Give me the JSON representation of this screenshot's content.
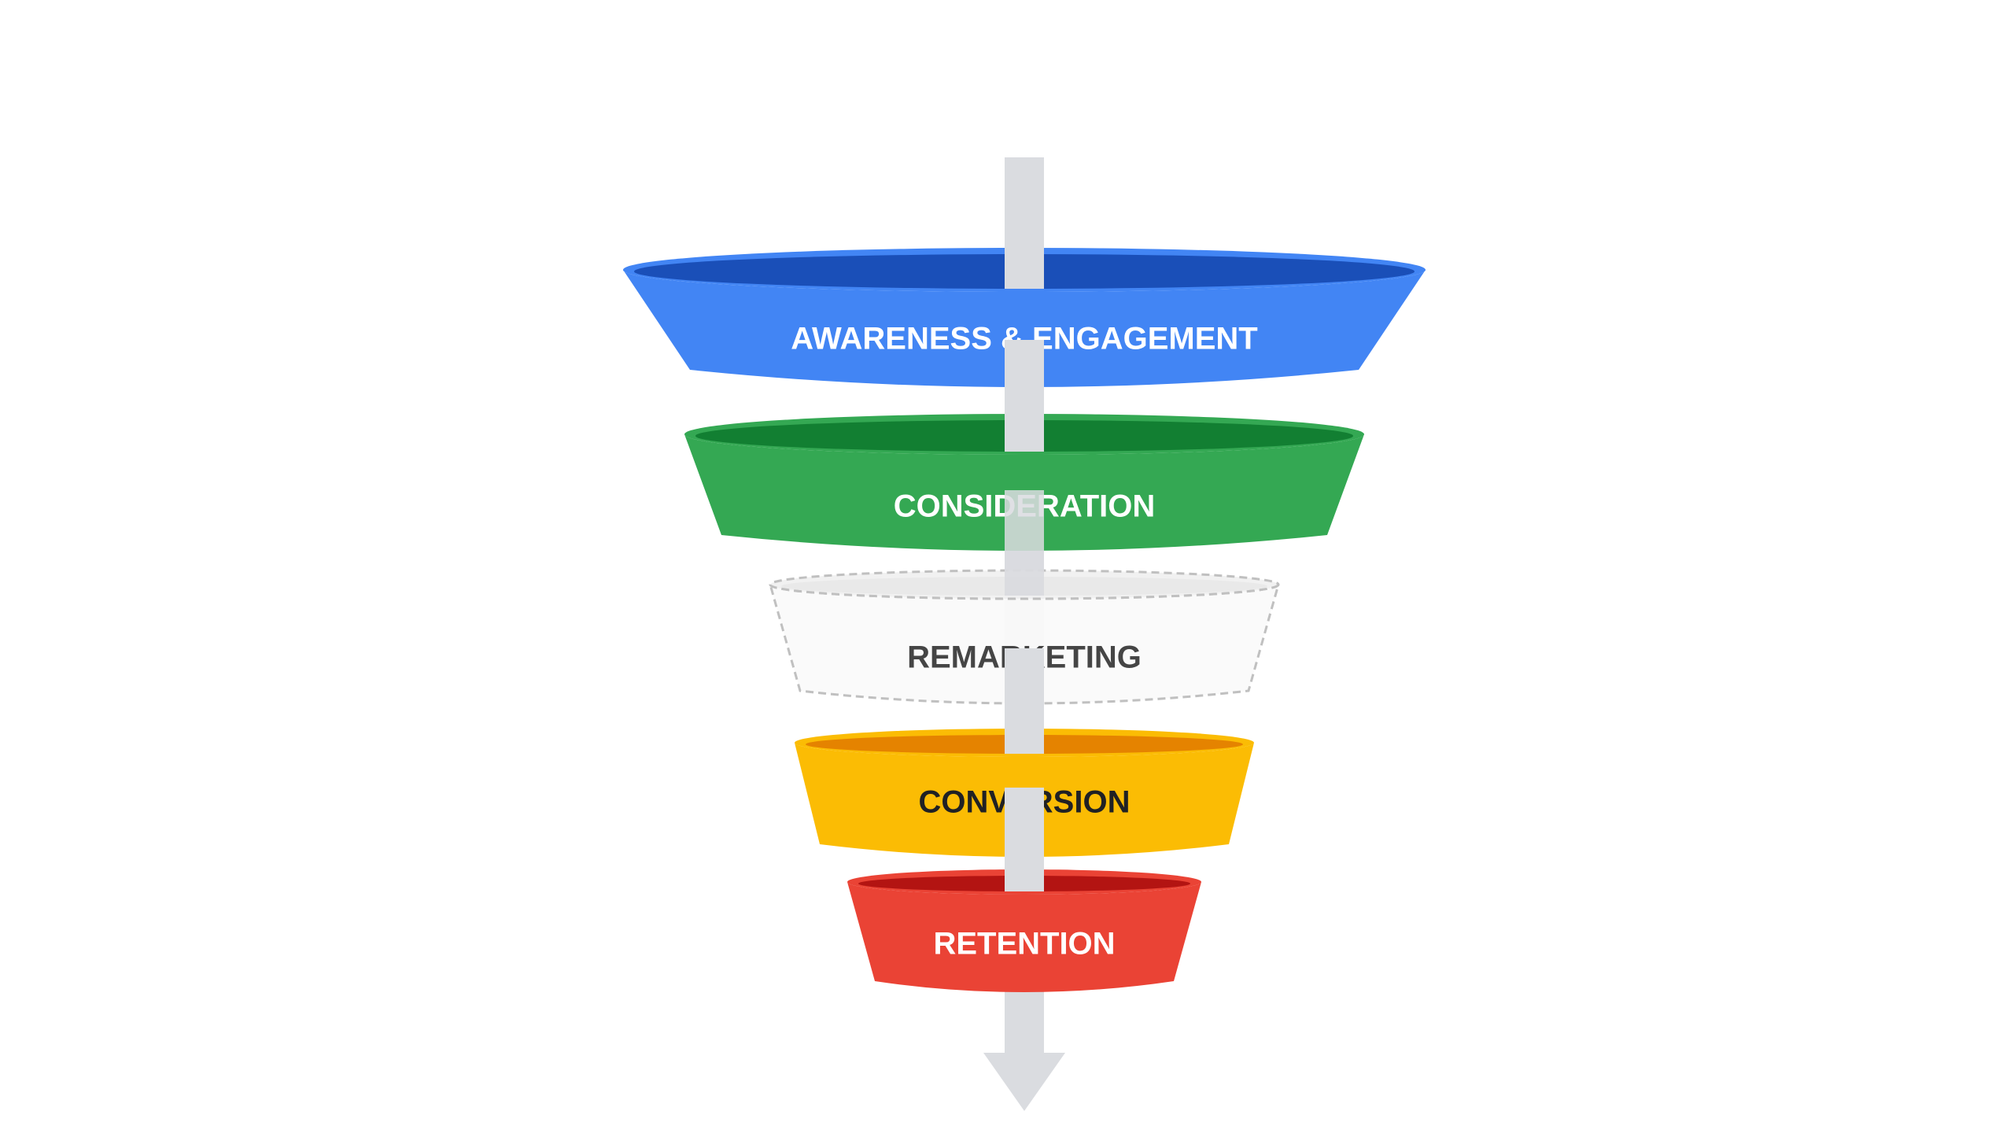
{
  "stages": [
    {
      "label": "AWARENESS & ENGAGEMENT",
      "color": "#4285F4",
      "rim_color": "#1A4FB8",
      "text_color": "#FFFFFF",
      "style": "solid"
    },
    {
      "label": "CONSIDERATION",
      "color": "#34A853",
      "rim_color": "#127F32",
      "text_color": "#FFFFFF",
      "style": "solid"
    },
    {
      "label": "REMARKETING",
      "color": "#FAFAFA",
      "rim_color": "#E8E8E8",
      "text_color": "#3C3C3C",
      "style": "dashed"
    },
    {
      "label": "CONVERSION",
      "color": "#FBBC04",
      "rim_color": "#E58300",
      "text_color": "#202124",
      "style": "solid"
    },
    {
      "label": "RETENTION",
      "color": "#EA4335",
      "rim_color": "#B31412",
      "text_color": "#FFFFFF",
      "style": "solid"
    }
  ],
  "arrow_color": "#DADCE0"
}
